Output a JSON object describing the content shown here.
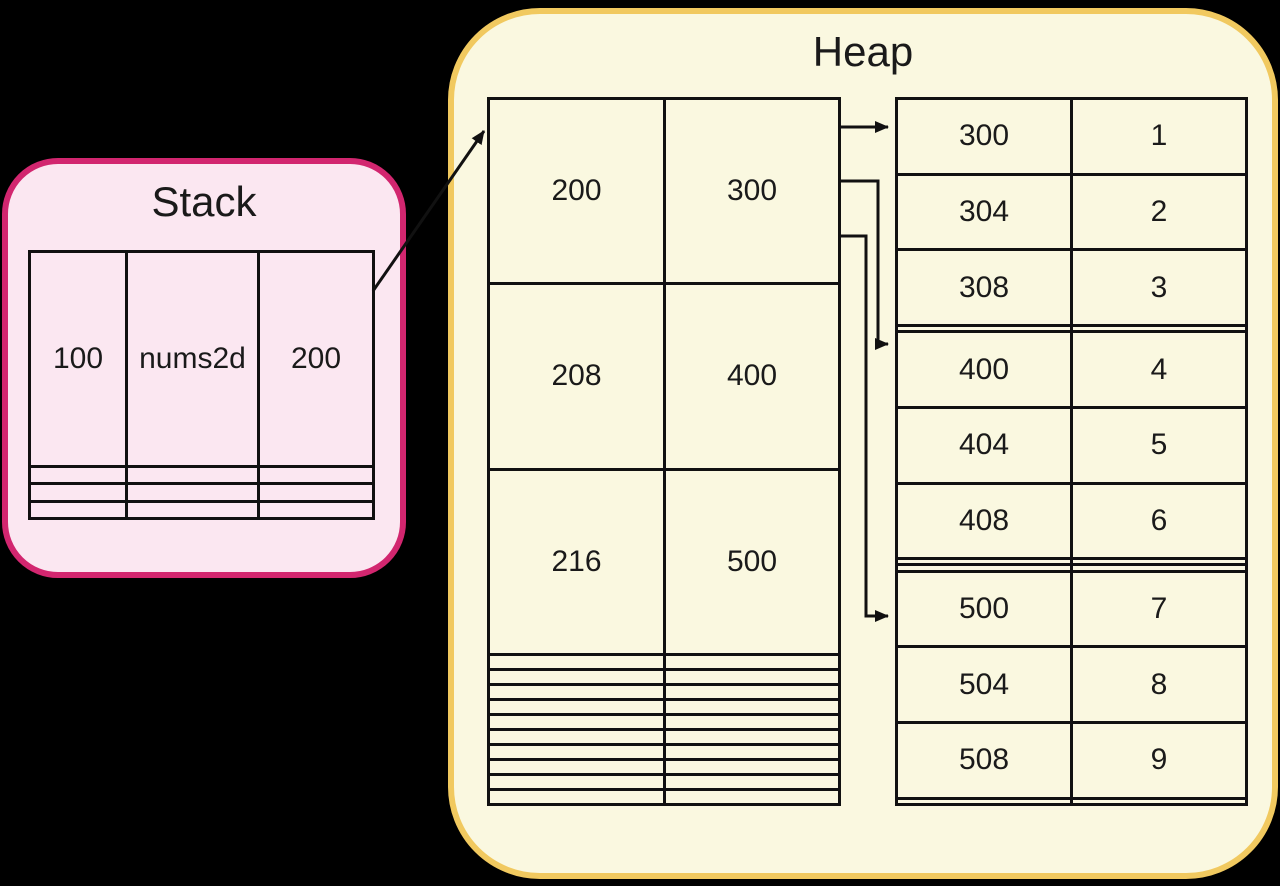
{
  "colors": {
    "background": "#000000",
    "stack_fill": "#FBE7F1",
    "stack_border": "#D2266F",
    "heap_fill": "#FAF8E0",
    "heap_border": "#F1C95F",
    "table_line": "#111111",
    "text": "#1a1a1a"
  },
  "stack": {
    "title": "Stack",
    "table": {
      "rows": [
        [
          "100",
          "nums2d",
          "200"
        ],
        [
          "",
          "",
          ""
        ],
        [
          "",
          "",
          ""
        ],
        [
          "",
          "",
          ""
        ]
      ]
    }
  },
  "heap": {
    "title": "Heap",
    "pointer_array_table": {
      "rows": [
        [
          "200",
          "300"
        ],
        [
          "208",
          "400"
        ],
        [
          "216",
          "500"
        ],
        [
          "",
          ""
        ],
        [
          "",
          ""
        ],
        [
          "",
          ""
        ],
        [
          "",
          ""
        ],
        [
          "",
          ""
        ],
        [
          "",
          ""
        ],
        [
          "",
          ""
        ],
        [
          "",
          ""
        ],
        [
          "",
          ""
        ],
        [
          "",
          ""
        ]
      ]
    },
    "data_table": {
      "rows": [
        [
          "300",
          "1"
        ],
        [
          "304",
          "2"
        ],
        [
          "308",
          "3"
        ],
        [
          "",
          ""
        ],
        [
          "400",
          "4"
        ],
        [
          "404",
          "5"
        ],
        [
          "408",
          "6"
        ],
        [
          "",
          ""
        ],
        [
          "",
          ""
        ],
        [
          "500",
          "7"
        ],
        [
          "504",
          "8"
        ],
        [
          "508",
          "9"
        ],
        [
          "",
          ""
        ]
      ]
    }
  },
  "pointers": [
    {
      "from": "stack cell value 200",
      "to": "heap row at address 200"
    },
    {
      "from": "heap cell value 300",
      "to": "heap row at address 300"
    },
    {
      "from": "heap cell value 400",
      "to": "heap row at address 400"
    },
    {
      "from": "heap cell value 500",
      "to": "heap row at address 500"
    }
  ]
}
